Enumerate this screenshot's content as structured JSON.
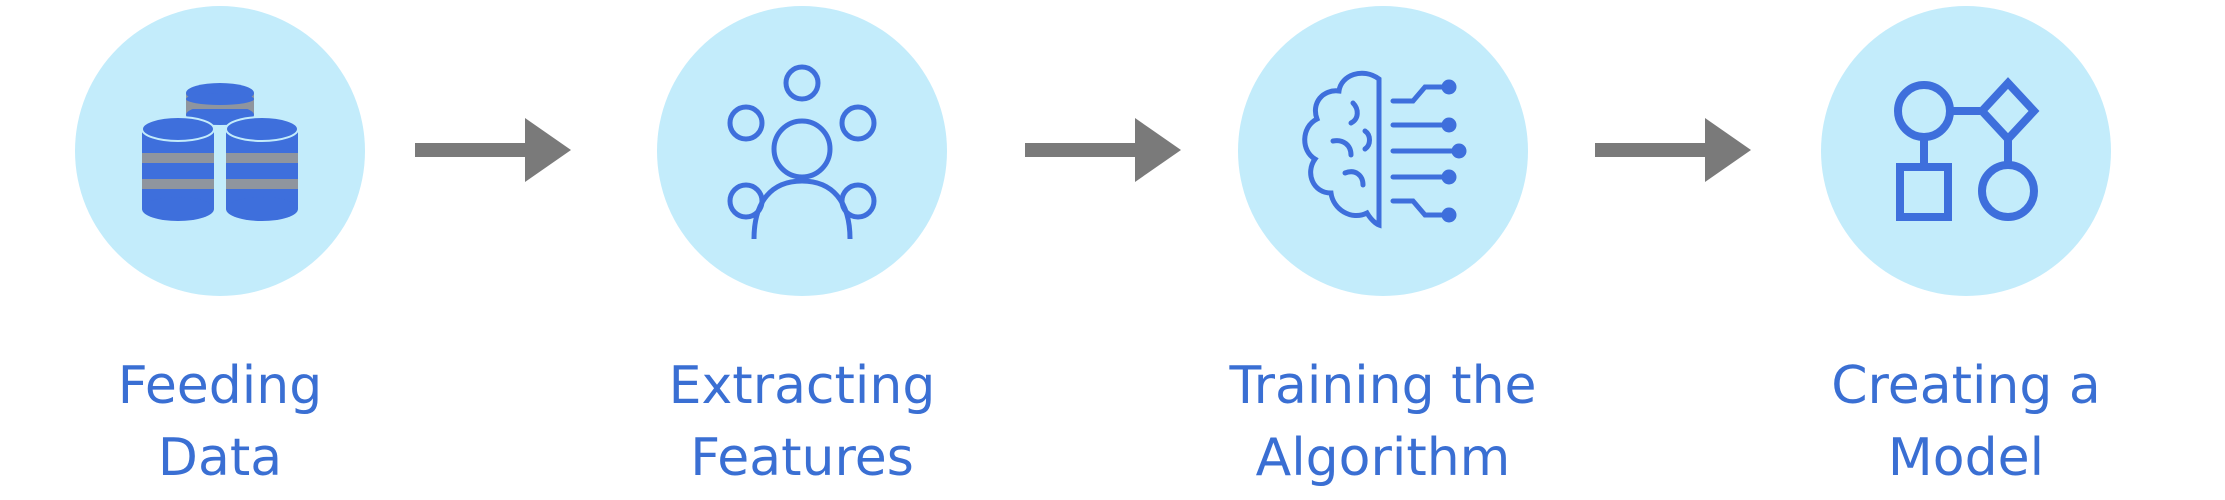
{
  "steps": [
    {
      "icon": "database-stack-icon",
      "line1": "Feeding",
      "line2": "Data"
    },
    {
      "icon": "features-network-icon",
      "line1": "Extracting",
      "line2": "Features"
    },
    {
      "icon": "brain-circuit-icon",
      "line1": "Training the",
      "line2": "Algorithm"
    },
    {
      "icon": "model-shapes-icon",
      "line1": "Creating a",
      "line2": "Model"
    }
  ],
  "colors": {
    "circle": "#c3ecfb",
    "icon": "#3e6fdc",
    "icon_gray": "#8f959e",
    "text": "#3a6fd3",
    "arrow": "#7a7a7a"
  }
}
